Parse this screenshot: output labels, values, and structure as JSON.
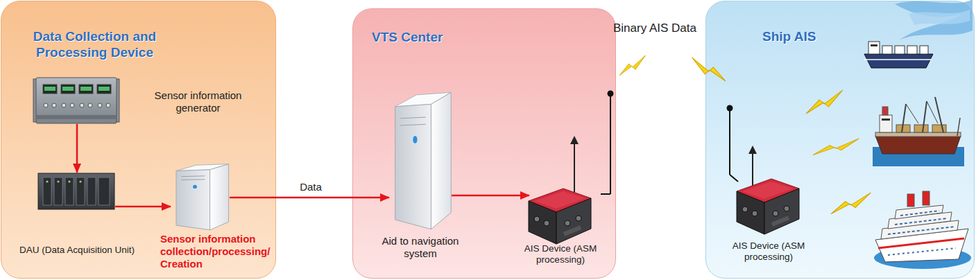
{
  "diagram": {
    "nodes": [
      {
        "text": [
          "Data Collection and Processing Device"
        ]
      },
      {
        "text": [
          "Sensor information generator"
        ],
        "in": 0
      },
      {
        "text": [
          "DAU (Data Acquisition Unit)"
        ],
        "in": 0
      },
      {
        "text": [
          "Sensor information collection/processing/ Creation"
        ],
        "in": 0
      },
      {
        "text": [
          "VTS Center"
        ]
      },
      {
        "text": [
          "Aid to navigation system"
        ],
        "in": 4
      },
      {
        "text": [
          "AIS Device (ASM processing)"
        ],
        "in": 4
      },
      {
        "text": [
          "Ship AIS"
        ]
      },
      {
        "text": [
          "AIS Device (ASM processing)"
        ],
        "in": 7
      }
    ],
    "edges": [
      {
        "from": 1,
        "to": 2,
        "arrow": "to"
      },
      {
        "from": 2,
        "to": 3,
        "arrow": "to"
      },
      {
        "from": 3,
        "to": 5,
        "label": "Data",
        "arrow": "to"
      },
      {
        "from": 5,
        "to": 6,
        "arrow": "to"
      }
    ],
    "labels": [
      "Binary AIS Data"
    ]
  }
}
